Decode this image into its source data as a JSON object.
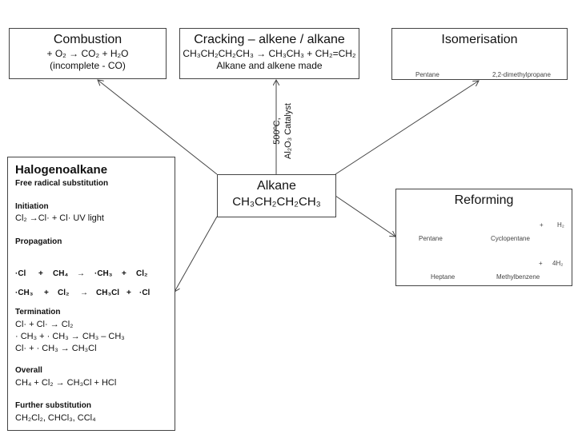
{
  "combustion": {
    "title": "Combustion",
    "equation": "+ O₂ → CO₂ + H₂O",
    "note": "(incomplete - CO)"
  },
  "cracking": {
    "title": "Cracking – alkene / alkane",
    "equation": "CH₃CH₂CH₂CH₃ → CH₃CH₃ + CH₂=CH₂",
    "note": "Alkane and alkene made",
    "conditions_1": "500ºC,",
    "conditions_2": "Al₂O₃ Catalyst"
  },
  "isomerisation": {
    "title": "Isomerisation",
    "reactant": "Pentane",
    "product": "2,2-dimethylpropane"
  },
  "alkane": {
    "title": "Alkane",
    "formula": "CH₃CH₂CH₂CH₃"
  },
  "reforming": {
    "title": "Reforming",
    "r1_reactant": "Pentane",
    "r1_product": "Cyclopentane",
    "r1_plus": "+",
    "r1_byproduct": "H₂",
    "r2_reactant": "Heptane",
    "r2_product": "Methylbenzene",
    "r2_plus": "+",
    "r2_byproduct": "4H₂"
  },
  "halogenoalkane": {
    "title": "Halogenoalkane",
    "subtitle": "Free radical substitution",
    "initiation_heading": "Initiation",
    "initiation": "Cl₂ →Cl· + Cl· UV light",
    "propagation_heading": "Propagation",
    "prop_row1": [
      "·Cl",
      "+",
      "CH₄",
      "→",
      "·CH₃",
      "+",
      "Cl₂"
    ],
    "prop_row2": [
      "·CH₃",
      "+",
      "Cl₂",
      "→",
      "CH₃Cl",
      "+",
      "·Cl"
    ],
    "termination_heading": "Termination",
    "termination": [
      "Cl· + Cl· → Cl₂",
      "· CH₃ + · CH₃ → CH₃ – CH₃",
      "Cl· + · CH₃ → CH₃Cl"
    ],
    "overall_heading": "Overall",
    "overall": "CH₄ + Cl₂ → CH₃Cl + HCl",
    "further_heading": "Further substitution",
    "further": "CH₂Cl₂, CHCl₃, CCl₄"
  },
  "colors": {
    "curly_arrow": "#e8504a",
    "border": "#444444"
  }
}
